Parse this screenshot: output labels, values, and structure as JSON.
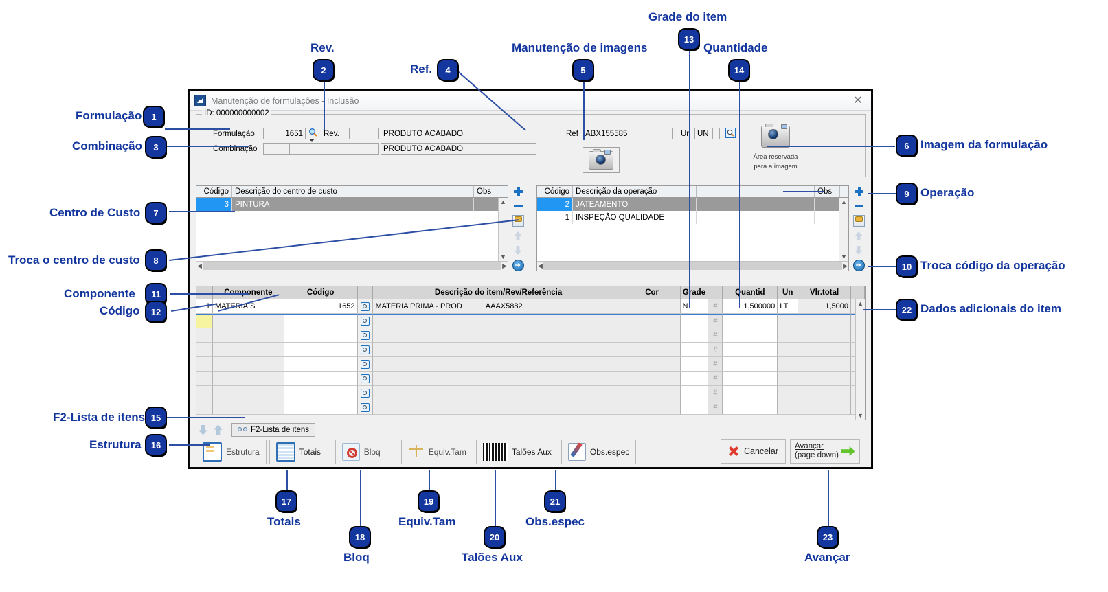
{
  "window": {
    "title": "Manutenção de formulações - Inclusão",
    "close_label": "✕",
    "app_icon": "app-icon"
  },
  "header": {
    "legend": "ID: 000000000002",
    "formulacao_label": "Formulação",
    "formulacao_value": "1651",
    "rev_label": "Rev.",
    "rev_value": "",
    "desc1": "PRODUTO ACABADO",
    "combinacao_label": "Combinação",
    "combinacao_code": "",
    "combinacao_value": "",
    "desc2": "PRODUTO ACABADO",
    "ref_label": "Ref",
    "ref_value": "ABX155585",
    "un_label": "Un",
    "un_value": "UN",
    "image_area_line1": "Área reservada",
    "image_area_line2": "para a imagem"
  },
  "cost_center_grid": {
    "columns": [
      "Código",
      "Descrição do centro de custo",
      "Obs"
    ],
    "rows": [
      {
        "codigo": "3",
        "descricao": "PINTURA",
        "obs": "",
        "selected": true
      }
    ],
    "empty_rows": 4
  },
  "operation_grid": {
    "columns": [
      "Código",
      "Descrição da operação",
      "",
      "Obs"
    ],
    "rows": [
      {
        "codigo": "2",
        "descricao": "JATEAMENTO",
        "obs": "",
        "selected": true
      },
      {
        "codigo": "1",
        "descricao": "INSPEÇÃO QUALIDADE",
        "obs": "",
        "selected": false
      }
    ],
    "empty_rows": 3
  },
  "items_grid": {
    "columns": [
      "Componente",
      "Código",
      "",
      "Descrição do item/Rev/Referência",
      "Cor",
      "Grade",
      "",
      "Quantid",
      "Un",
      "Vlr.total",
      ""
    ],
    "rows": [
      {
        "seq": "1",
        "componente": "MATERIAIS",
        "codigo": "1652",
        "descricao": "MATERIA PRIMA - PROD",
        "referencia": "AAAX5882",
        "cor": "",
        "grade": "N",
        "hash": "#",
        "quantid": "1,500000",
        "un": "LT",
        "vlr_total": "1,5000",
        "dots": "..."
      },
      {
        "seq": "",
        "componente": "",
        "codigo": "",
        "descricao": "",
        "referencia": "",
        "cor": "",
        "grade": "",
        "hash": "#",
        "quantid": "",
        "un": "",
        "vlr_total": "",
        "dots": "..."
      },
      {
        "seq": "",
        "componente": "",
        "codigo": "",
        "descricao": "",
        "referencia": "",
        "cor": "",
        "grade": "",
        "hash": "#",
        "quantid": "",
        "un": "",
        "vlr_total": "",
        "dots": "..."
      },
      {
        "seq": "",
        "componente": "",
        "codigo": "",
        "descricao": "",
        "referencia": "",
        "cor": "",
        "grade": "",
        "hash": "#",
        "quantid": "",
        "un": "",
        "vlr_total": "",
        "dots": "..."
      },
      {
        "seq": "",
        "componente": "",
        "codigo": "",
        "descricao": "",
        "referencia": "",
        "cor": "",
        "grade": "",
        "hash": "#",
        "quantid": "",
        "un": "",
        "vlr_total": "",
        "dots": "..."
      },
      {
        "seq": "",
        "componente": "",
        "codigo": "",
        "descricao": "",
        "referencia": "",
        "cor": "",
        "grade": "",
        "hash": "#",
        "quantid": "",
        "un": "",
        "vlr_total": "",
        "dots": "..."
      },
      {
        "seq": "",
        "componente": "",
        "codigo": "",
        "descricao": "",
        "referencia": "",
        "cor": "",
        "grade": "",
        "hash": "#",
        "quantid": "",
        "un": "",
        "vlr_total": "",
        "dots": "..."
      },
      {
        "seq": "",
        "componente": "",
        "codigo": "",
        "descricao": "",
        "referencia": "",
        "cor": "",
        "grade": "",
        "hash": "#",
        "quantid": "",
        "un": "",
        "vlr_total": "",
        "dots": "..."
      }
    ]
  },
  "tabs": {
    "f2_label": "F2-Lista de itens"
  },
  "toolbar": {
    "estrutura": "Estrutura",
    "totais": "Totais",
    "bloq": "Bloq",
    "equiv_tam": "Equiv.Tam",
    "taloes_aux": "Talões Aux",
    "obs_espec": "Obs.espec",
    "cancelar": "Cancelar",
    "avancar_line1": "Avançar",
    "avancar_line2": "(page down)"
  },
  "annotations": {
    "accent_color": "#13369e",
    "badge_color": "#14379f",
    "items": [
      {
        "n": "1",
        "label": "Formulação"
      },
      {
        "n": "2",
        "label": "Rev."
      },
      {
        "n": "3",
        "label": "Combinação"
      },
      {
        "n": "4",
        "label": "Ref."
      },
      {
        "n": "5",
        "label": "Manutenção de imagens"
      },
      {
        "n": "6",
        "label": "Imagem da formulação"
      },
      {
        "n": "7",
        "label": "Centro de Custo"
      },
      {
        "n": "8",
        "label": "Troca o centro de custo"
      },
      {
        "n": "9",
        "label": "Operação"
      },
      {
        "n": "10",
        "label": "Troca código da operação"
      },
      {
        "n": "11",
        "label": "Componente"
      },
      {
        "n": "12",
        "label": "Código"
      },
      {
        "n": "13",
        "label": "Grade do item"
      },
      {
        "n": "14",
        "label": "Quantidade"
      },
      {
        "n": "15",
        "label": "F2-Lista de itens"
      },
      {
        "n": "16",
        "label": "Estrutura"
      },
      {
        "n": "17",
        "label": "Totais"
      },
      {
        "n": "18",
        "label": "Bloq"
      },
      {
        "n": "19",
        "label": "Equiv.Tam"
      },
      {
        "n": "20",
        "label": "Talões Aux"
      },
      {
        "n": "21",
        "label": "Obs.espec"
      },
      {
        "n": "22",
        "label": "Dados adicionais do item"
      },
      {
        "n": "23",
        "label": "Avançar"
      }
    ]
  }
}
